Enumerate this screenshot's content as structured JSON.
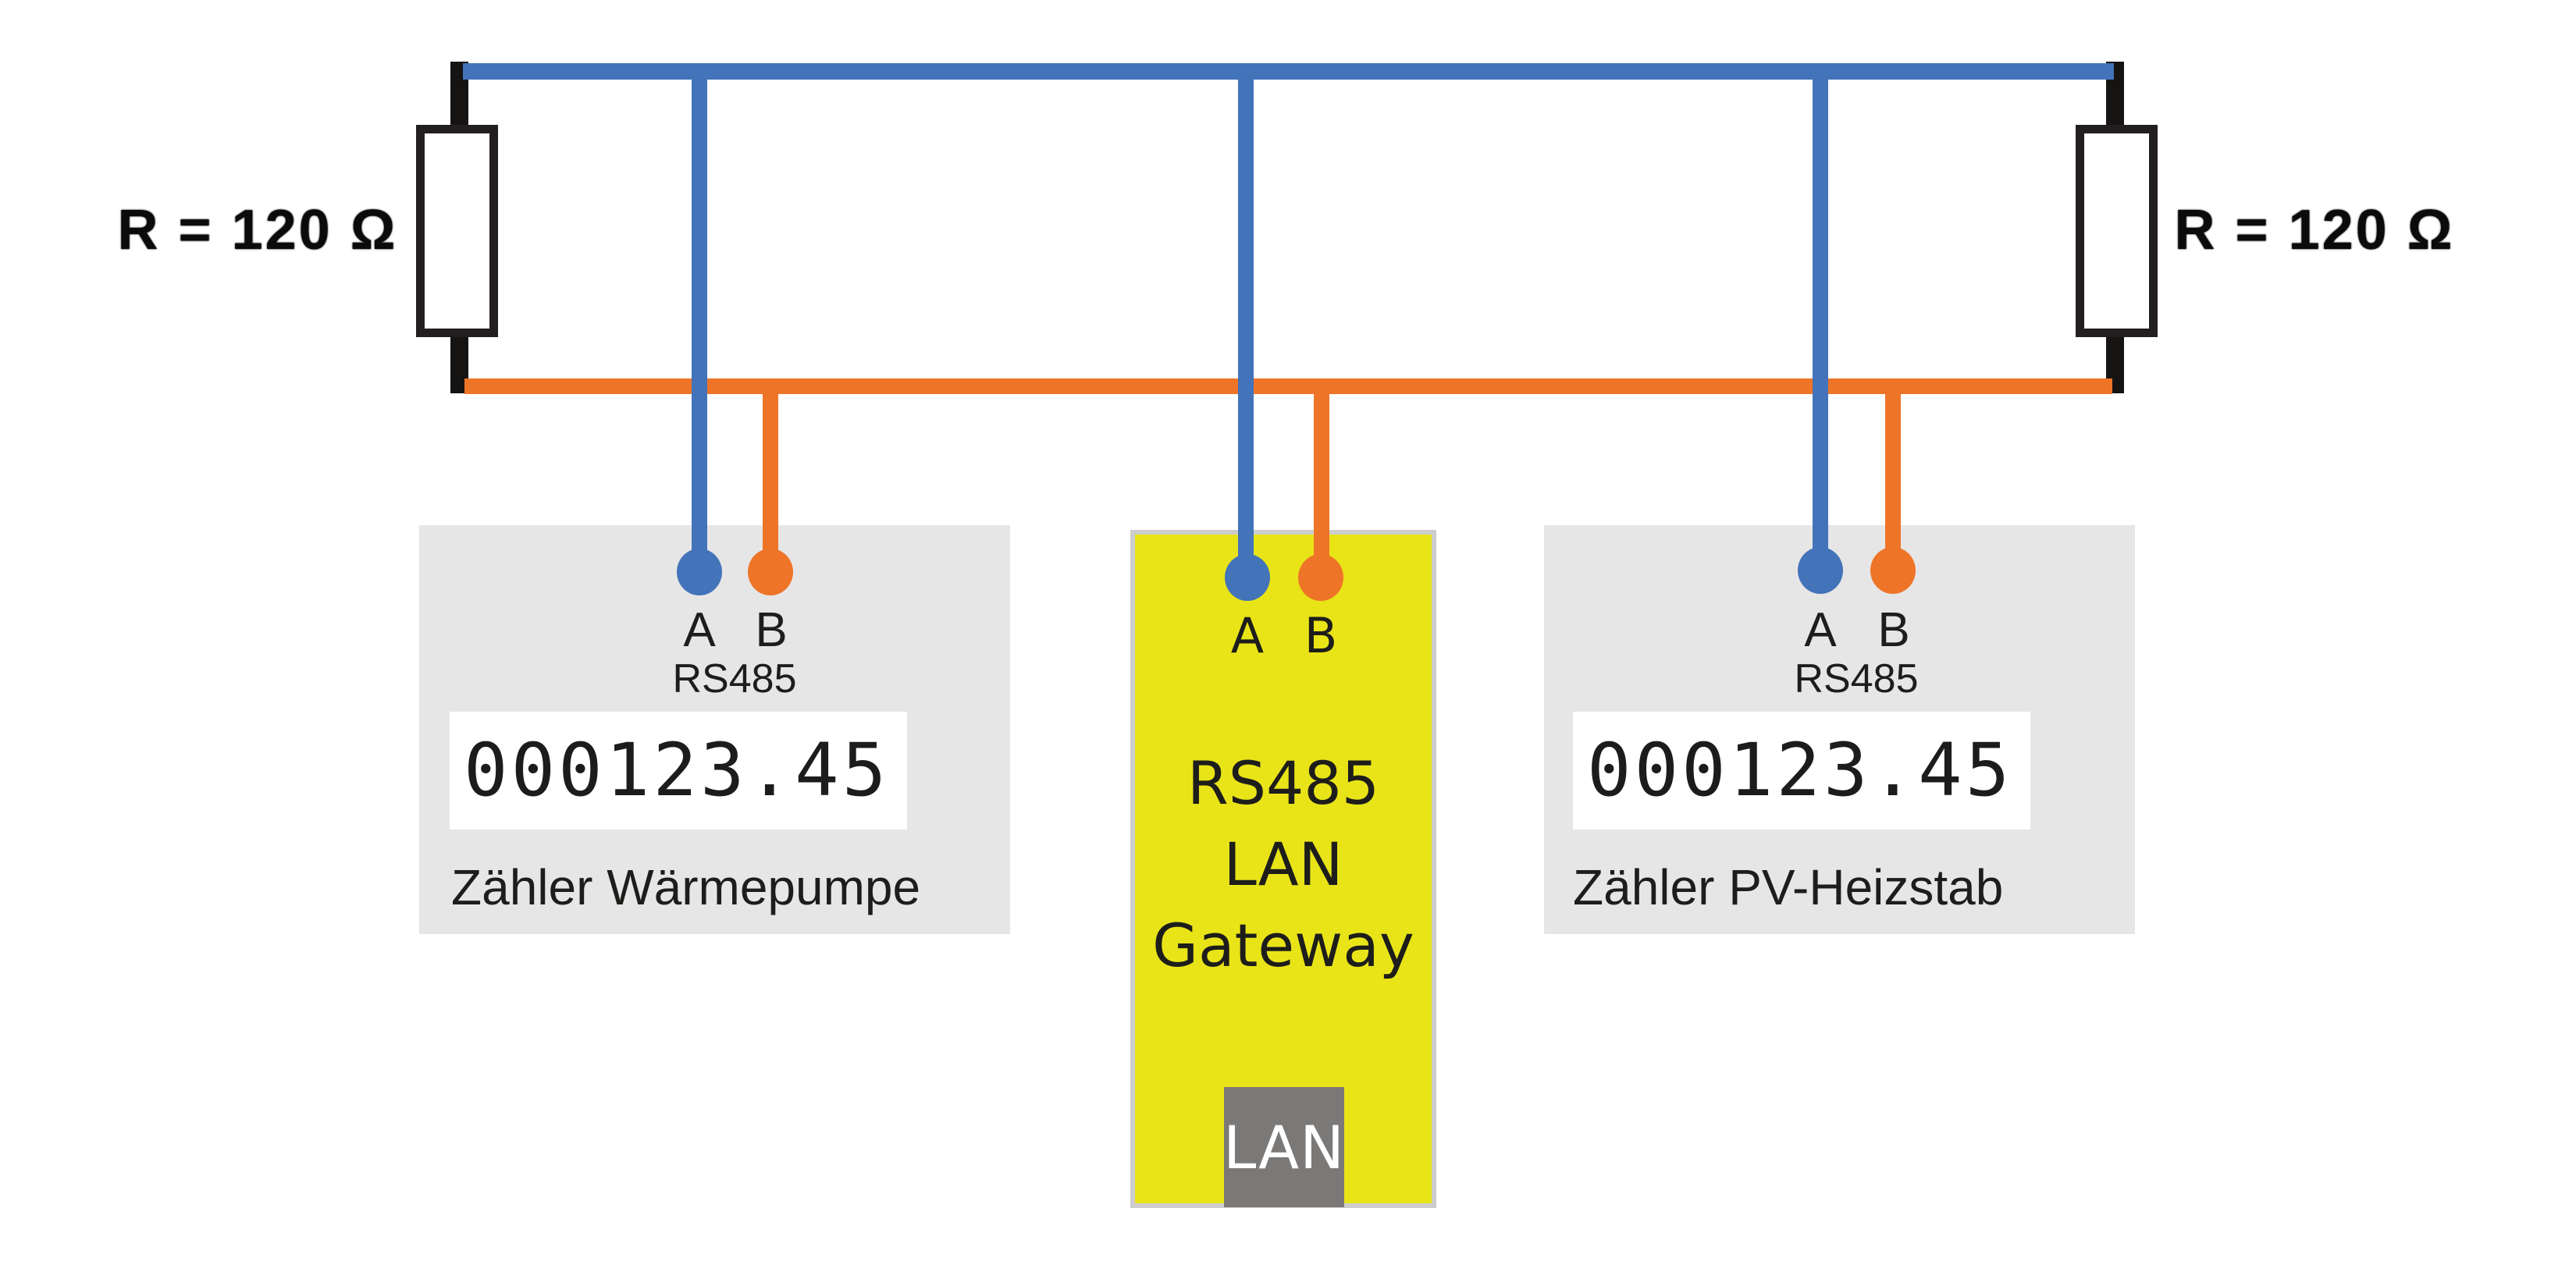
{
  "terminations": {
    "left_label": "R = 120 Ω",
    "right_label": "R = 120 Ω"
  },
  "bus": {
    "wire_a_color": "#4373b9",
    "wire_b_color": "#ee7428"
  },
  "devices": [
    {
      "kind": "meter",
      "port_a_label": "A",
      "port_b_label": "B",
      "port_group_label": "RS485",
      "display_value": "000123.45",
      "name": "Zähler Wärmepumpe"
    },
    {
      "kind": "gateway",
      "port_a_label": "A",
      "port_b_label": "B",
      "title_lines": [
        "RS485",
        "LAN",
        "Gateway"
      ],
      "lan_port_label": "LAN"
    },
    {
      "kind": "meter",
      "port_a_label": "A",
      "port_b_label": "B",
      "port_group_label": "RS485",
      "display_value": "000123.45",
      "name": "Zähler PV-Heizstab"
    }
  ],
  "colors": {
    "meter_background": "#e7e6e6",
    "gateway_background": "#e9e418",
    "lan_port_background": "#7b7878",
    "wire_a": "#4373b9",
    "wire_b": "#ee7428"
  }
}
